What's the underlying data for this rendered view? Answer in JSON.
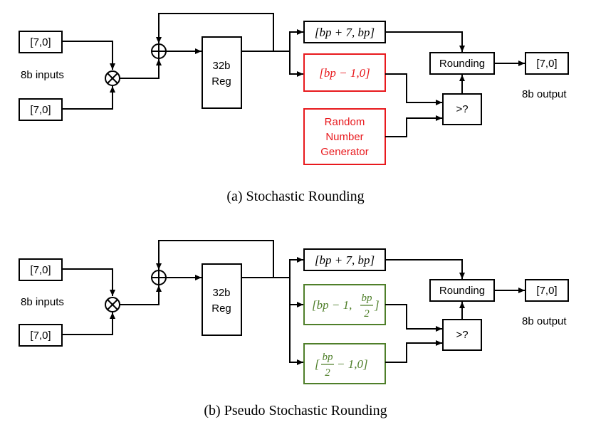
{
  "colors": {
    "red": "#e8191d",
    "green": "#4f7f2a",
    "black": "#000000"
  },
  "top": {
    "input_a": "[7,0]",
    "input_b": "[7,0]",
    "inputs_label": "8b inputs",
    "reg_line1": "32b",
    "reg_line2": "Reg",
    "upper_range": "[bp + 7, bp]",
    "lower_range": "[bp − 1,0]",
    "rng_line1": "Random",
    "rng_line2": "Number",
    "rng_line3": "Generator",
    "rounding": "Rounding",
    "compare": ">?",
    "output": "[7,0]",
    "output_label": "8b output",
    "caption": "(a) Stochastic Rounding"
  },
  "bottom": {
    "input_a": "[7,0]",
    "input_b": "[7,0]",
    "inputs_label": "8b inputs",
    "reg_line1": "32b",
    "reg_line2": "Reg",
    "upper_range": "[bp + 7, bp]",
    "mid_range_prefix": "[bp − 1,",
    "mid_range_num": "bp",
    "mid_range_den": "2",
    "mid_range_suffix": "]",
    "low_range_prefix": "[",
    "low_range_num": "bp",
    "low_range_den": "2",
    "low_range_suffix": "− 1,0]",
    "rounding": "Rounding",
    "compare": ">?",
    "output": "[7,0]",
    "output_label": "8b output",
    "caption": "(b) Pseudo Stochastic Rounding"
  }
}
